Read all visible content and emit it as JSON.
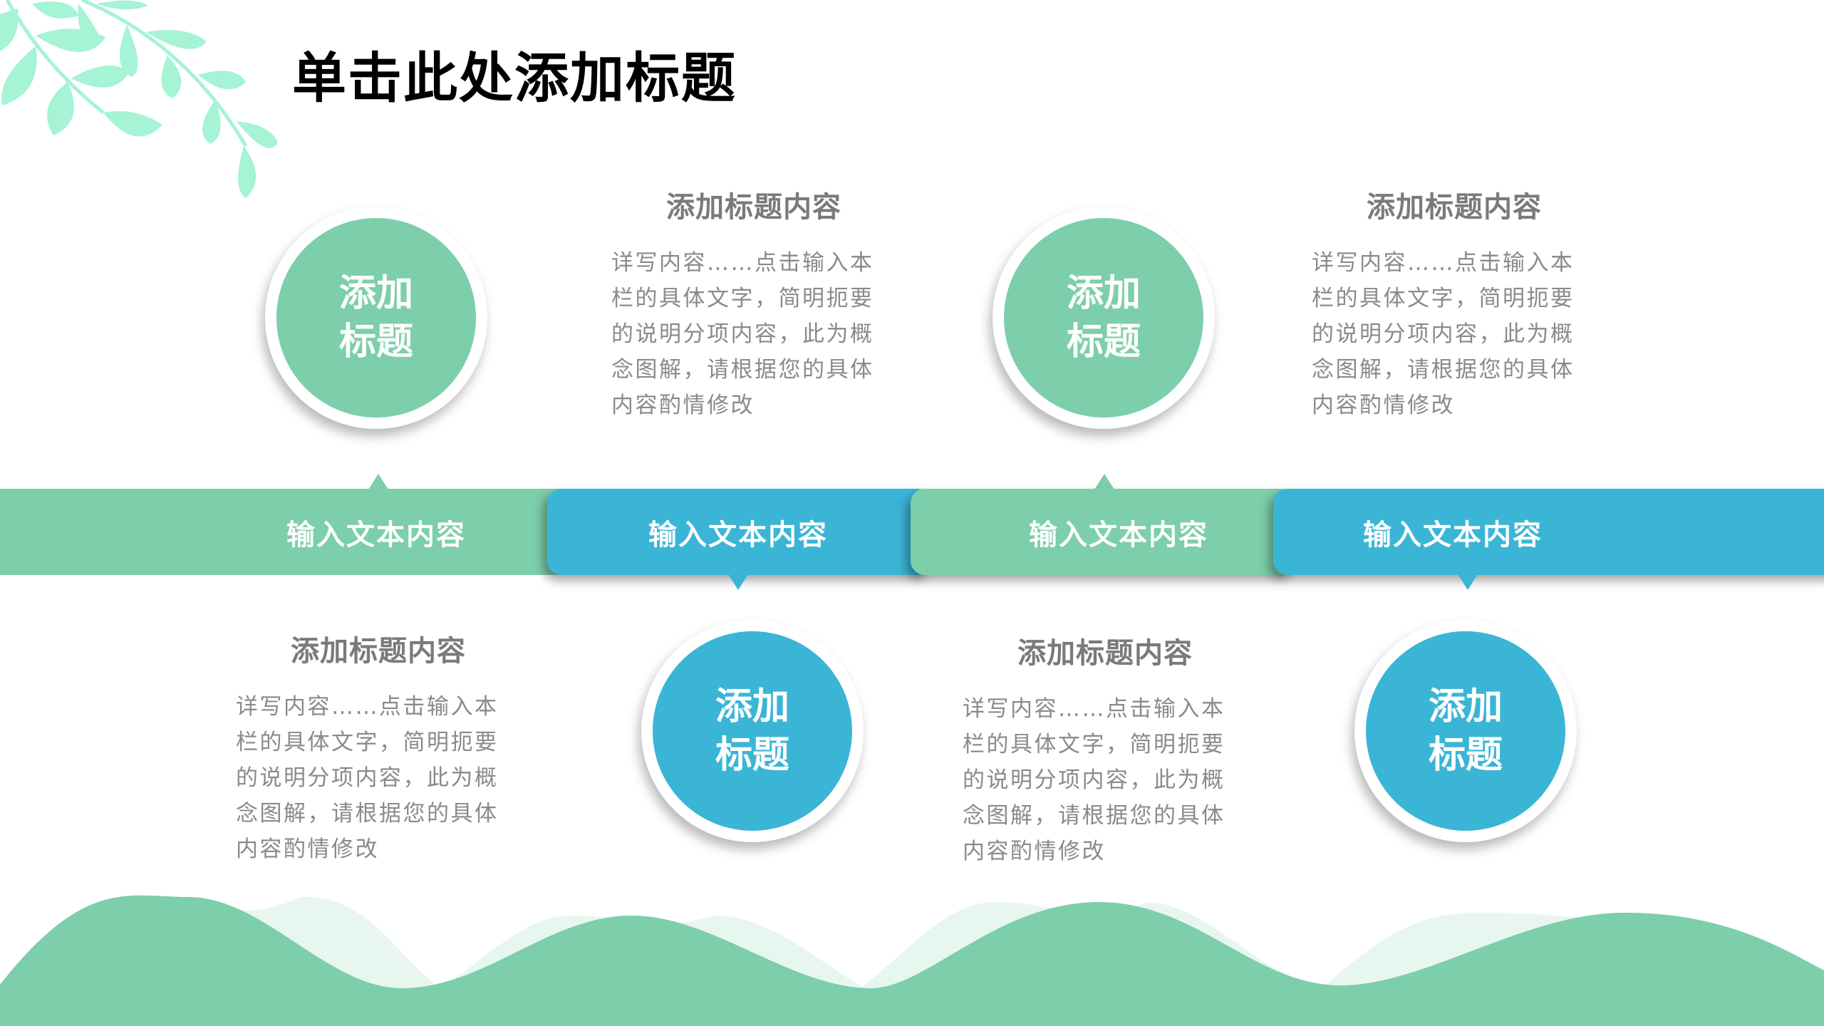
{
  "slide": {
    "title": "单击此处添加标题"
  },
  "colors": {
    "green": "#7DCEAB",
    "blue": "#3BB5D6",
    "leaf": "#A6F3D6",
    "wave_light": "#E7F6EF",
    "text_gray": "#7F7F7F"
  },
  "band": {
    "segments": [
      {
        "label": "输入文本内容",
        "color": "green"
      },
      {
        "label": "输入文本内容",
        "color": "blue"
      },
      {
        "label": "输入文本内容",
        "color": "green"
      },
      {
        "label": "输入文本内容",
        "color": "blue"
      }
    ]
  },
  "circles": [
    {
      "line1": "添加",
      "line2": "标题",
      "color": "green"
    },
    {
      "line1": "添加",
      "line2": "标题",
      "color": "green"
    },
    {
      "line1": "添加",
      "line2": "标题",
      "color": "blue"
    },
    {
      "line1": "添加",
      "line2": "标题",
      "color": "blue"
    }
  ],
  "blocks": [
    {
      "heading": "添加标题内容",
      "body": "详写内容……点击输入本栏的具体文字，简明扼要的说明分项内容，此为概念图解，请根据您的具体内容酌情修改"
    },
    {
      "heading": "添加标题内容",
      "body": "详写内容……点击输入本栏的具体文字，简明扼要的说明分项内容，此为概念图解，请根据您的具体内容酌情修改"
    },
    {
      "heading": "添加标题内容",
      "body": "详写内容……点击输入本栏的具体文字，简明扼要的说明分项内容，此为概念图解，请根据您的具体内容酌情修改"
    },
    {
      "heading": "添加标题内容",
      "body": "详写内容……点击输入本栏的具体文字，简明扼要的说明分项内容，此为概念图解，请根据您的具体内容酌情修改"
    }
  ],
  "icons": {
    "leaves": "leaf-branch-decoration",
    "waves": "hill-wave-decoration"
  }
}
